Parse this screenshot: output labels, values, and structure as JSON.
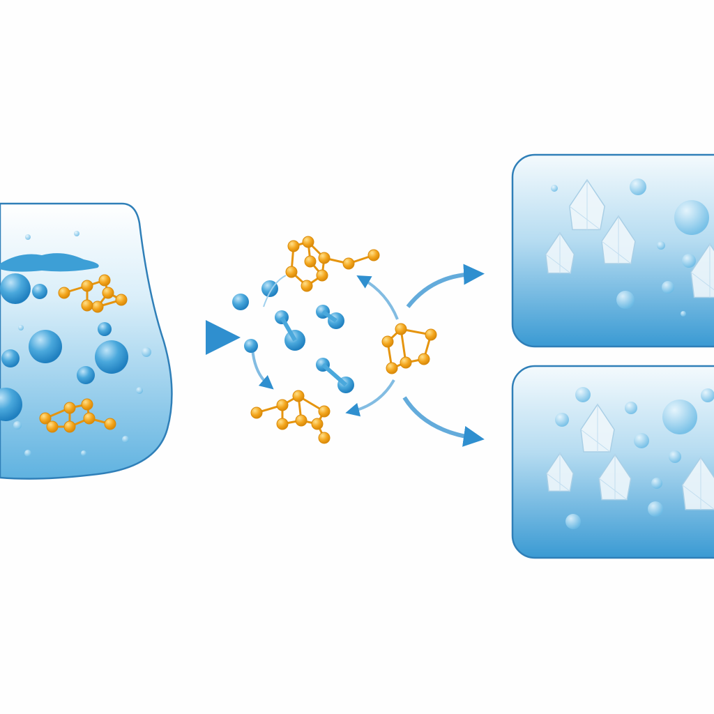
{
  "colors": {
    "background": "#fefefe",
    "water_blue": "#3d9fd6",
    "water_light": "#dff0fa",
    "outline": "#2f7fb8",
    "cluster_orange": "#f3a51c",
    "cluster_stroke": "#d98a0a",
    "crystal": "#eef6fb",
    "arrow": "#2f8fcf"
  },
  "icons": [
    "liquid-container",
    "water-molecule",
    "solute-cluster",
    "flow-arrow",
    "ice-crystal",
    "crystal-tank"
  ]
}
